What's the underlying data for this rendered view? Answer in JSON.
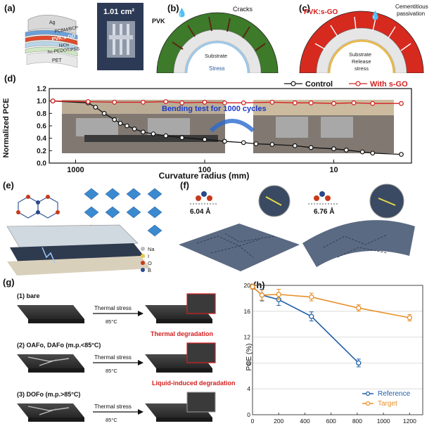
{
  "panels": {
    "a": {
      "label": "(a)",
      "layers": [
        "Ag",
        "PCBM/BCP",
        "PVK:s-GO",
        "NiOx",
        "hc-PEDOT:PSS",
        "PET"
      ],
      "area": "1.01 cm²"
    },
    "b": {
      "label": "(b)",
      "pvk": "PVK",
      "cracks": "Cracks",
      "substrate": "Substrate",
      "stress": "Stress"
    },
    "c": {
      "label": "(c)",
      "pvk": "PVK:s-GO",
      "passivation_line1": "Cementitious",
      "passivation_line2": "passivation",
      "substrate": "Substrate",
      "release_line1": "Release",
      "release_line2": "stress"
    },
    "e": {
      "label": "(e)"
    },
    "f": {
      "label": "(f)",
      "dist1": "6.04 Å",
      "dist2": "6.76 Å"
    },
    "g": {
      "label": "(g)",
      "row1": "(1) bare",
      "row2": "(2) OAFo, DAFo (m.p.<85°C)",
      "row3": "(3) DOFo (m.p.>85°C)",
      "arrow_text": "Thermal stress",
      "temp": "85°C",
      "degr1": "Thermal degradation",
      "degr2": "Liquid-induced degradation"
    }
  },
  "legend_e": [
    "Na",
    "I",
    "O",
    "B"
  ],
  "colors": {
    "control": "#111111",
    "sgo": "#d42020",
    "reference": "#1f5fa8",
    "target": "#e8902a",
    "pvk_green": "#3d7a2a",
    "pvk_red": "#d62a1f"
  },
  "chart_data": [
    {
      "id": "d",
      "label": "(d)",
      "type": "line",
      "xscale": "log",
      "xreversed": true,
      "xlabel": "Curvature radius (mm)",
      "ylabel": "Normalized PCE",
      "xlim": [
        1600,
        2.5
      ],
      "ylim": [
        0.0,
        1.2
      ],
      "xticks": [
        1000,
        100,
        10
      ],
      "yticks": [
        0.0,
        0.2,
        0.4,
        0.6,
        0.8,
        1.0,
        1.2
      ],
      "annotation": "Bending test for 1000 cycles",
      "series": [
        {
          "name": "Control",
          "color": "#111111",
          "x": [
            1500,
            800,
            700,
            600,
            500,
            450,
            400,
            350,
            300,
            250,
            200,
            150,
            100,
            70,
            50,
            40,
            30,
            20,
            15,
            10,
            8,
            6,
            5,
            3
          ],
          "y": [
            1.0,
            0.97,
            0.9,
            0.8,
            0.7,
            0.64,
            0.6,
            0.55,
            0.5,
            0.47,
            0.44,
            0.41,
            0.38,
            0.35,
            0.33,
            0.31,
            0.3,
            0.28,
            0.25,
            0.23,
            0.21,
            0.18,
            0.16,
            0.14
          ]
        },
        {
          "name": "With s-GO",
          "color": "#d42020",
          "x": [
            1500,
            800,
            500,
            300,
            200,
            150,
            100,
            70,
            50,
            30,
            20,
            15,
            10,
            7,
            5,
            3
          ],
          "y": [
            1.0,
            0.99,
            0.98,
            0.98,
            0.99,
            0.97,
            0.98,
            0.97,
            0.97,
            0.98,
            0.97,
            0.97,
            0.96,
            0.97,
            0.96,
            0.96
          ]
        }
      ]
    },
    {
      "id": "h",
      "label": "(h)",
      "type": "line",
      "xlabel": "",
      "ylabel": "PCE (%)",
      "xlim": [
        0,
        1300
      ],
      "ylim": [
        0,
        20
      ],
      "xticks": [
        0,
        200,
        400,
        600,
        800,
        1000,
        1200
      ],
      "yticks": [
        0,
        4,
        8,
        12,
        16,
        20
      ],
      "series": [
        {
          "name": "Reference",
          "color": "#1f5fa8",
          "x": [
            0,
            72,
            200,
            450,
            810
          ],
          "y": [
            19.8,
            18.5,
            17.8,
            15.2,
            8.0
          ],
          "err": [
            0.4,
            0.9,
            0.9,
            0.7,
            0.6
          ]
        },
        {
          "name": "Target",
          "color": "#e8902a",
          "x": [
            0,
            72,
            200,
            450,
            810,
            1200
          ],
          "y": [
            19.8,
            18.5,
            18.6,
            18.2,
            16.5,
            15.0
          ],
          "err": [
            0.4,
            0.8,
            0.8,
            0.6,
            0.5,
            0.5
          ]
        }
      ]
    }
  ]
}
